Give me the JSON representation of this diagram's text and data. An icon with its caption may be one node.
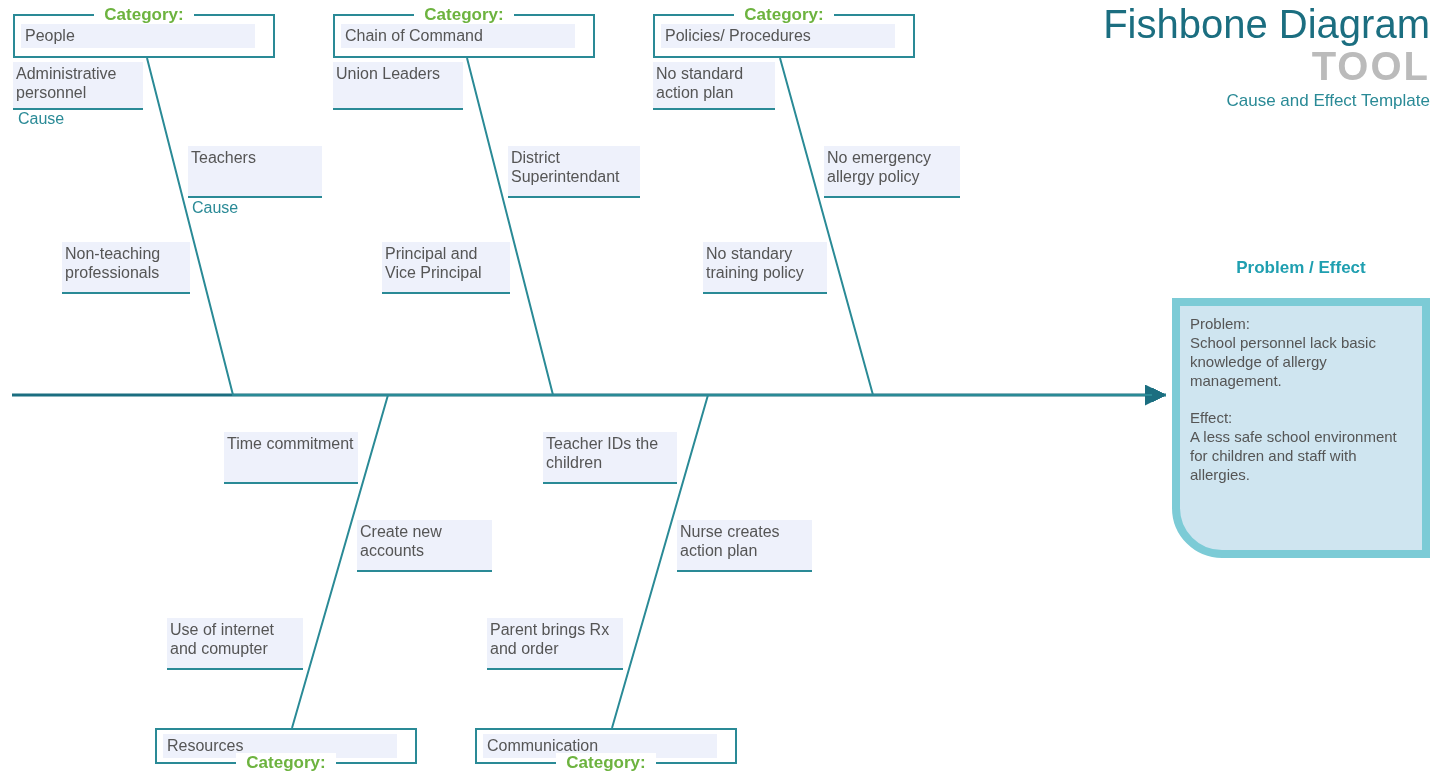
{
  "diagram": {
    "title": "Fishbone Diagram",
    "nodes": [
      {
        "text": [
          "Category:",
          "People"
        ]
      },
      {
        "text": [
          "Administrative personnel"
        ],
        "beside": [
          "Cause"
        ]
      },
      {
        "text": [
          "Teachers"
        ],
        "beside": [
          "Cause"
        ]
      },
      {
        "text": [
          "Non-teaching professionals"
        ]
      },
      {
        "text": [
          "Category:",
          "Chain of Command"
        ]
      },
      {
        "text": [
          "Union Leaders"
        ]
      },
      {
        "text": [
          "District Superintendant"
        ]
      },
      {
        "text": [
          "Principal and Vice Principal"
        ]
      },
      {
        "text": [
          "Category:",
          "Policies/ Procedures"
        ]
      },
      {
        "text": [
          "No standard action plan"
        ]
      },
      {
        "text": [
          "No emergency allergy policy"
        ]
      },
      {
        "text": [
          "No standary training policy"
        ]
      },
      {
        "text": [
          "Problem / Effect",
          "Problem:",
          "School personnel lack basic knowledge of allergy management.",
          "Effect:",
          "A less safe school environment for children and staff with allergies."
        ]
      },
      {
        "text": [
          "Time commitment"
        ]
      },
      {
        "text": [
          "Create new accounts"
        ]
      },
      {
        "text": [
          "Use of internet and comupter"
        ]
      },
      {
        "text": [
          "Resources",
          "Category:"
        ]
      },
      {
        "text": [
          "Teacher IDs the children"
        ]
      },
      {
        "text": [
          "Nurse creates action plan"
        ]
      },
      {
        "text": [
          "Parent brings Rx and order"
        ]
      },
      {
        "text": [
          "Communication",
          "Category:"
        ]
      }
    ],
    "edges": [
      {
        "from": null,
        "to": 12,
        "arrow": "to"
      },
      {
        "from": 0,
        "to": 12,
        "arrow": "to"
      },
      {
        "from": 4,
        "to": 12,
        "arrow": "to"
      },
      {
        "from": 8,
        "to": 12,
        "arrow": "to"
      },
      {
        "from": 16,
        "to": 12,
        "arrow": "to"
      },
      {
        "from": 20,
        "to": 12,
        "arrow": "to"
      }
    ],
    "labels": [
      "TOOL",
      "Cause and Effect Template"
    ]
  }
}
